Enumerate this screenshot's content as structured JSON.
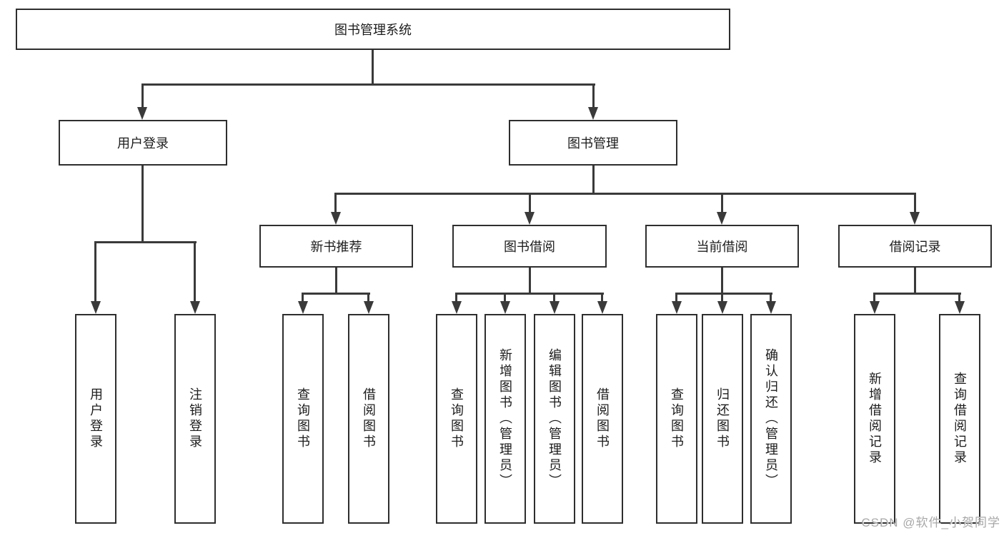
{
  "diagram": {
    "root": "图书管理系统",
    "branches": [
      {
        "label": "用户登录",
        "children": [
          "用户登录",
          "注销登录"
        ]
      },
      {
        "label": "图书管理"
      }
    ],
    "modules": [
      {
        "label": "新书推荐",
        "children": [
          "查询图书",
          "借阅图书"
        ]
      },
      {
        "label": "图书借阅",
        "children": [
          "查询图书",
          "新增图书（管理员）",
          "编辑图书（管理员）",
          "借阅图书"
        ]
      },
      {
        "label": "当前借阅",
        "children": [
          "查询图书",
          "归还图书",
          "确认归还（管理员）"
        ]
      },
      {
        "label": "借阅记录",
        "children": [
          "新增借阅记录",
          "查询借阅记录"
        ]
      }
    ]
  },
  "watermark": "CSDN @软件_小贺同学",
  "colors": {
    "line": "#3a3a3a",
    "border": "#2e2e2e",
    "text": "#1c1c1c",
    "watermark": "#a8a8a8"
  }
}
